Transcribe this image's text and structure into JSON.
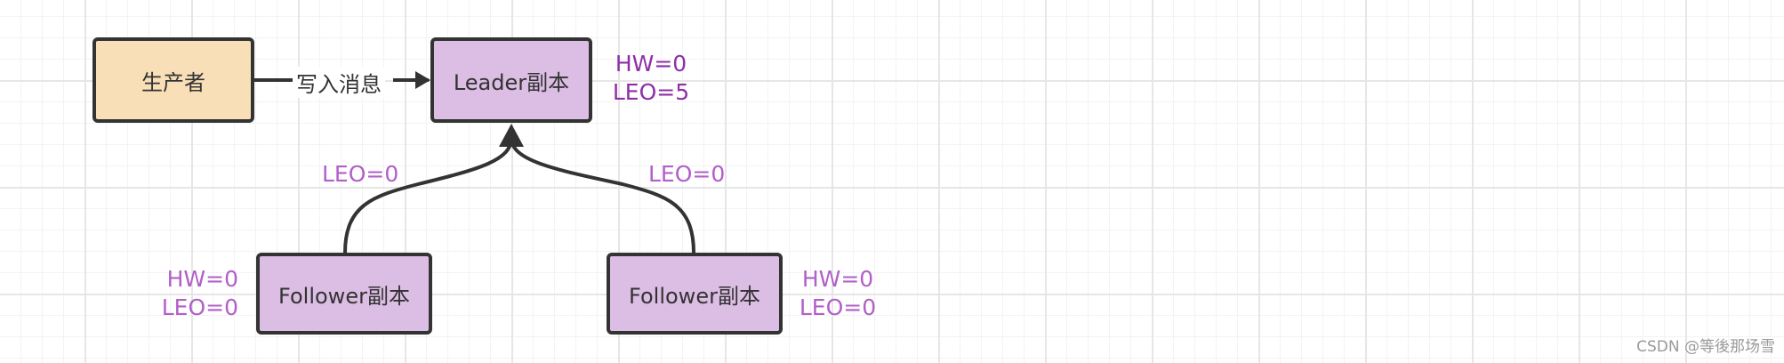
{
  "colors": {
    "producer_fill": "#f9dfb7",
    "replica_fill": "#dcbde4",
    "border": "#333333",
    "leader_annot": "#8e2fa6",
    "follower_annot": "#b25fc8",
    "watermark": "#999999"
  },
  "diagram": {
    "producer": {
      "label": "生产者"
    },
    "write_edge": {
      "label": "写入消息"
    },
    "leader": {
      "label": "Leader副本",
      "hw": "HW=0",
      "leo": "LEO=5"
    },
    "follower_left": {
      "label": "Follower副本",
      "hw": "HW=0",
      "leo": "LEO=0",
      "edge_label": "LEO=0"
    },
    "follower_right": {
      "label": "Follower副本",
      "hw": "HW=0",
      "leo": "LEO=0",
      "edge_label": "LEO=0"
    }
  },
  "watermark": "CSDN @等後那场雪"
}
